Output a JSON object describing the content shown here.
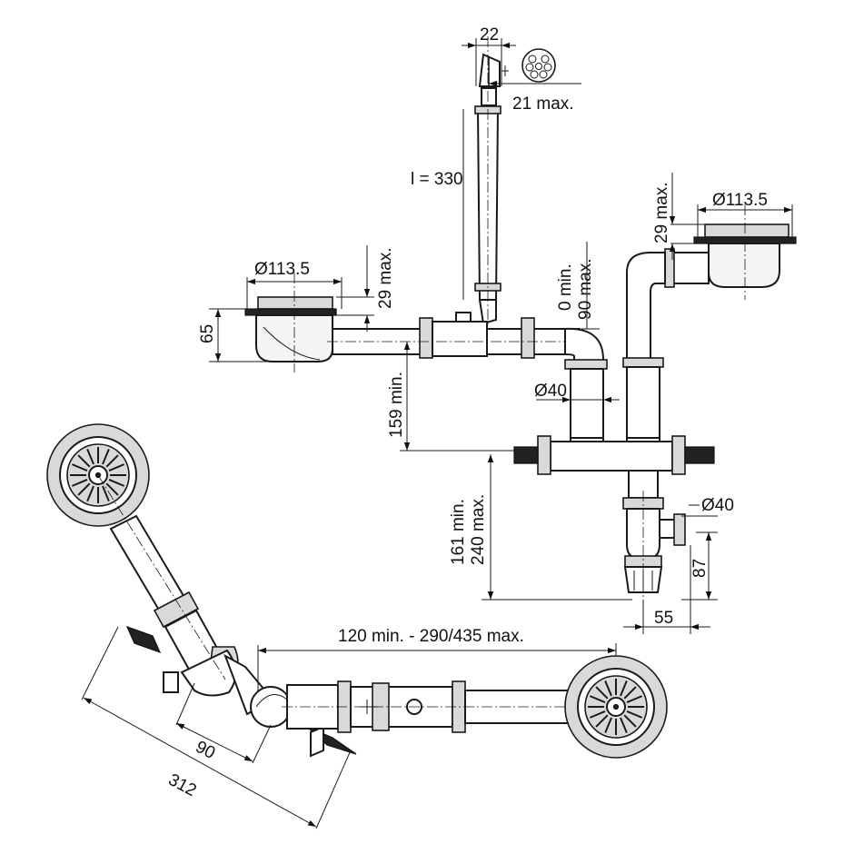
{
  "drawing": {
    "labels": {
      "overflow_width": "22",
      "overflow_offset": "21 max.",
      "tube_length": "l = 330",
      "strainer_left_dia": "Ø113.5",
      "strainer_left_depth": "29 max.",
      "strainer_right_dia": "Ø113.5",
      "strainer_right_depth": "29 max.",
      "outlet_height": "65",
      "drop_min": "0 min.",
      "drop_max": "90 max.",
      "pipe_dia": "Ø40",
      "height_159": "159 min.",
      "height_161": "161 min.",
      "height_240": "240 max.",
      "trap_dia": "Ø40",
      "trap_height": "87",
      "trap_offset": "55",
      "spacing": "120 min. - 290/435 max.",
      "dim_90": "90",
      "dim_312": "312"
    }
  }
}
